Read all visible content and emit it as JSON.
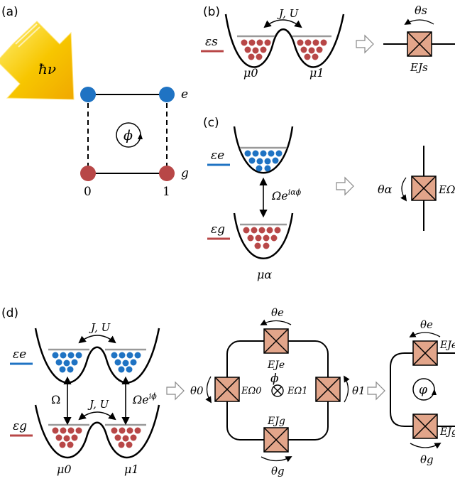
{
  "panels": {
    "a": "(a)",
    "b": "(b)",
    "c": "(c)",
    "d": "(d)"
  },
  "colors": {
    "red": "#b84747",
    "blue": "#1f73c3",
    "junction": "#e2a58a",
    "arrow_yellow": "#f6c400"
  },
  "a": {
    "photon": "ħν",
    "phi": "ϕ",
    "top_level": "e",
    "bottom_level": "g",
    "left_site": "0",
    "right_site": "1"
  },
  "b": {
    "energy": "εs",
    "coupling": "J, U",
    "mu0": "μ0",
    "mu1": "μ1",
    "theta": "θs",
    "junction_energy": "EJs"
  },
  "c": {
    "energy_e": "εe",
    "energy_g": "εg",
    "coupling": "Ωe^{iαϕ}",
    "mu": "μα",
    "theta": "θα",
    "junction_energy": "EΩ"
  },
  "d": {
    "energy_e": "εe",
    "energy_g": "εg",
    "coupling_top": "J, U",
    "coupling_bottom": "J, U",
    "omega_left": "Ω",
    "omega_right": "Ωe^{iϕ}",
    "mu0": "μ0",
    "mu1": "μ1",
    "circuit": {
      "theta_e": "θe",
      "E_Je": "EJe",
      "theta_0": "θ0",
      "E_Omega0": "EΩ0",
      "phi": "ϕ",
      "E_Omega1": "EΩ1",
      "theta_1": "θ1",
      "E_Jg": "EJg",
      "theta_g": "θg"
    },
    "loop": {
      "theta_e": "θe",
      "E_Je": "EJe",
      "varphi": "φ",
      "E_Jg": "EJg",
      "theta_g": "θg"
    }
  }
}
